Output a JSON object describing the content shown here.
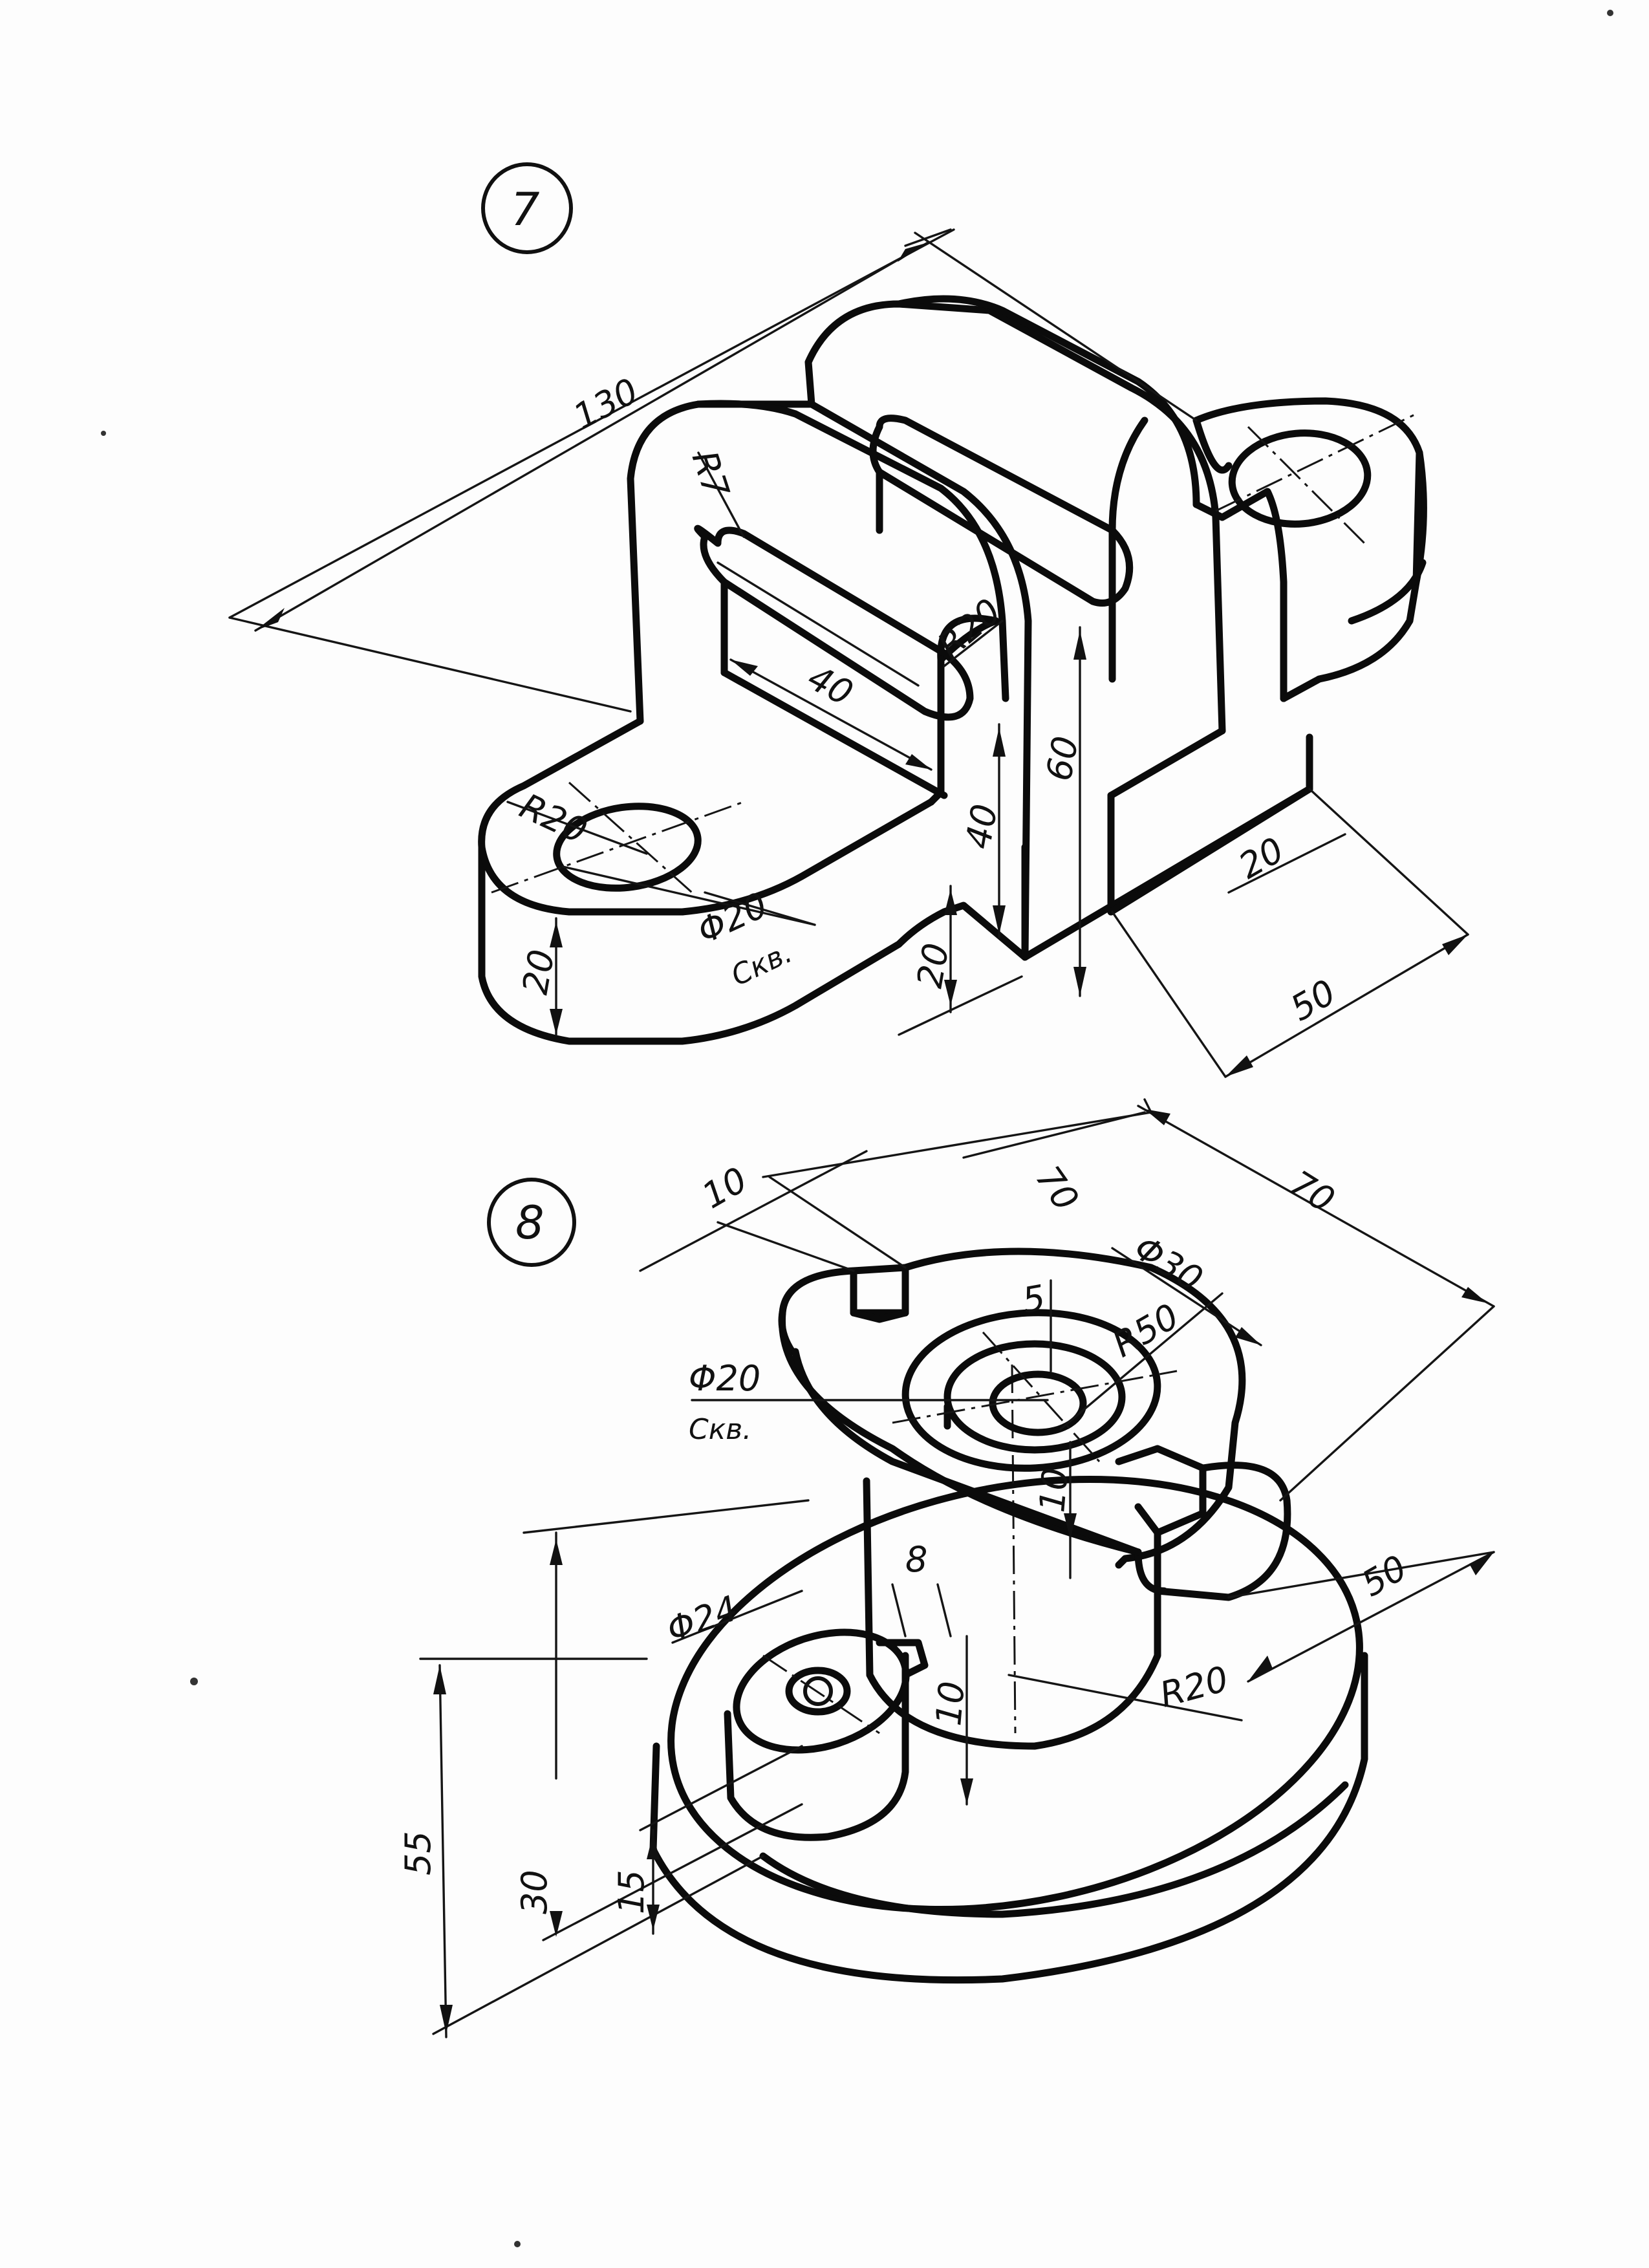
{
  "figure_7": {
    "number": "7",
    "dims": {
      "d130": "130",
      "r7": "R7",
      "r20_top": "R20",
      "d40_slot": "40",
      "d60": "60",
      "d40_vert": "40",
      "r20_boss": "R20",
      "phi20": "Φ20",
      "through": "Скв.",
      "d20_boss": "20",
      "d20_base": "20",
      "d20_rib": "20",
      "d50": "50"
    }
  },
  "figure_8": {
    "number": "8",
    "dims": {
      "d10_slot": "10",
      "d70_left": "70",
      "d70_right": "70",
      "phi30": "Φ30",
      "d5": "5",
      "r50": "R50",
      "phi20": "Φ20",
      "through": "Скв.",
      "d10_depth": "10",
      "d50": "50",
      "d8": "8",
      "phi24": "Φ24",
      "d10_rib": "10",
      "r20": "R20",
      "d55": "55",
      "d30": "30",
      "d15": "15"
    }
  }
}
